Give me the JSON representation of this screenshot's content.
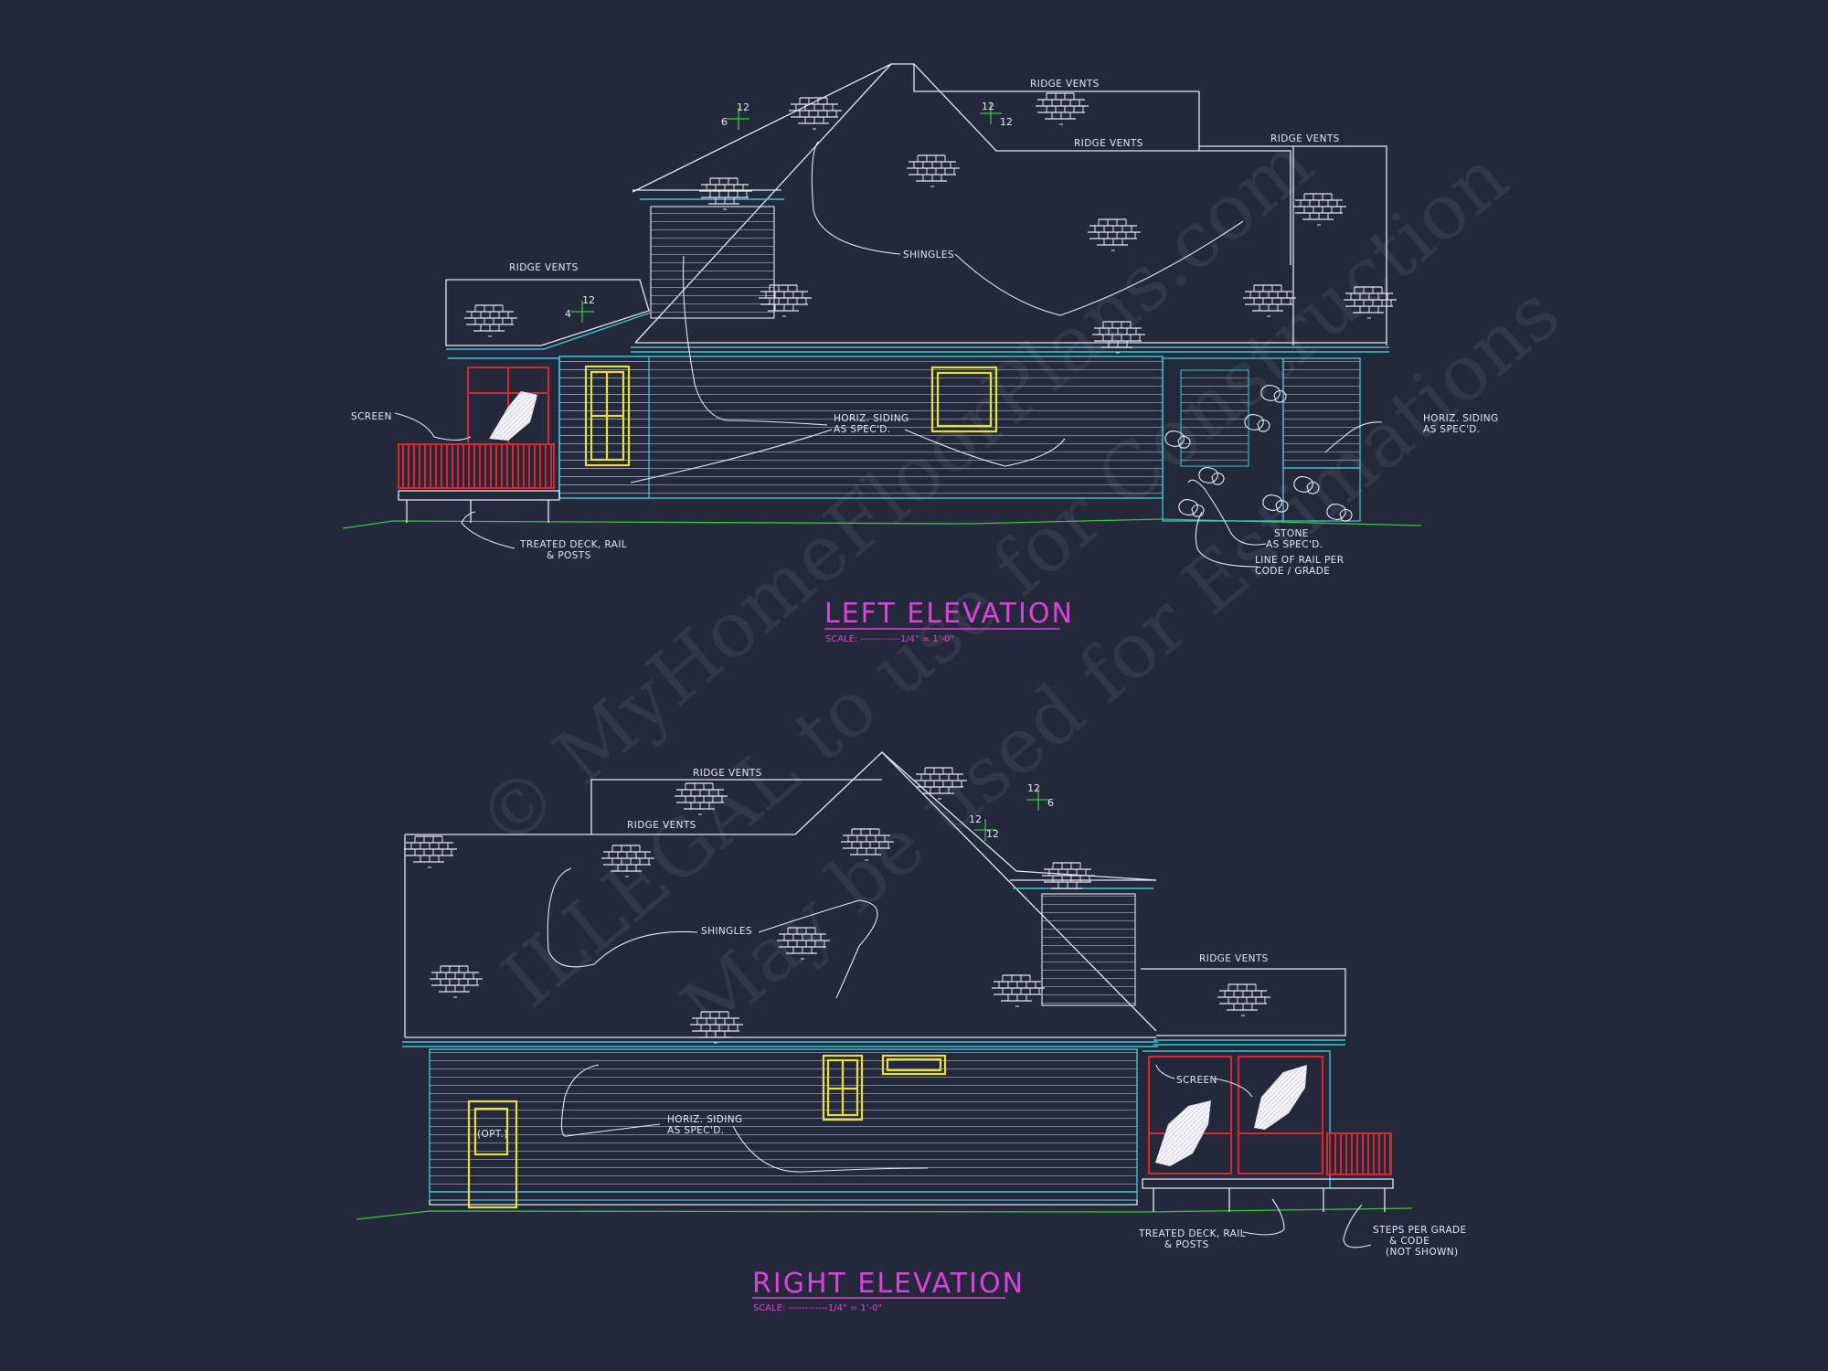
{
  "left_elevation": {
    "title": "LEFT ELEVATION",
    "scale": "SCALE: ------------1/4\" = 1'-0\"",
    "labels": {
      "ridge_vents_1": "RIDGE VENTS",
      "ridge_vents_2": "RIDGE VENTS",
      "ridge_vents_3": "RIDGE VENTS",
      "ridge_vents_4": "RIDGE VENTS",
      "shingles": "SHINGLES",
      "screen": "SCREEN",
      "horiz_siding_1": "HORIZ. SIDING",
      "as_specd_1": "AS SPEC'D.",
      "horiz_siding_2": "HORIZ. SIDING",
      "as_specd_2": "AS SPEC'D.",
      "deck_1": "TREATED DECK, RAIL",
      "deck_2": "& POSTS",
      "stone_1": "STONE",
      "stone_2": "AS SPEC'D.",
      "rail_1": "LINE OF RAIL PER",
      "rail_2": "CODE / GRADE"
    },
    "pitches": {
      "p1_rise": "6",
      "p1_run": "12",
      "p2_rise": "12",
      "p2_run": "12",
      "p3_rise": "4",
      "p3_run": "12"
    }
  },
  "right_elevation": {
    "title": "RIGHT ELEVATION",
    "scale": "SCALE: ------------1/4\" = 1'-0\"",
    "labels": {
      "ridge_vents_1": "RIDGE VENTS",
      "ridge_vents_2": "RIDGE VENTS",
      "ridge_vents_3": "RIDGE VENTS",
      "shingles": "SHINGLES",
      "screen": "SCREEN",
      "horiz_siding": "HORIZ. SIDING",
      "as_specd": "AS SPEC'D.",
      "opt": "(OPT.)",
      "deck_1": "TREATED DECK, RAIL",
      "deck_2": "& POSTS",
      "steps_1": "STEPS PER GRADE",
      "steps_2": "& CODE",
      "steps_3": "(NOT SHOWN)"
    },
    "pitches": {
      "p1_rise": "6",
      "p1_run": "12",
      "p2_rise": "12",
      "p2_run": "12"
    }
  },
  "watermark": {
    "line1": "© MyHomeFloorPlans.com",
    "line2": "ILLEGAL to use for Construction",
    "line3": "May be used for Estimations"
  },
  "colors": {
    "background": "#23283b",
    "outline": "#e6e8f0",
    "trim": "#3fc6d6",
    "window": "#e8e03a",
    "screen_porch": "#d9262f",
    "grade": "#3cc43c",
    "title": "#e040e0"
  }
}
